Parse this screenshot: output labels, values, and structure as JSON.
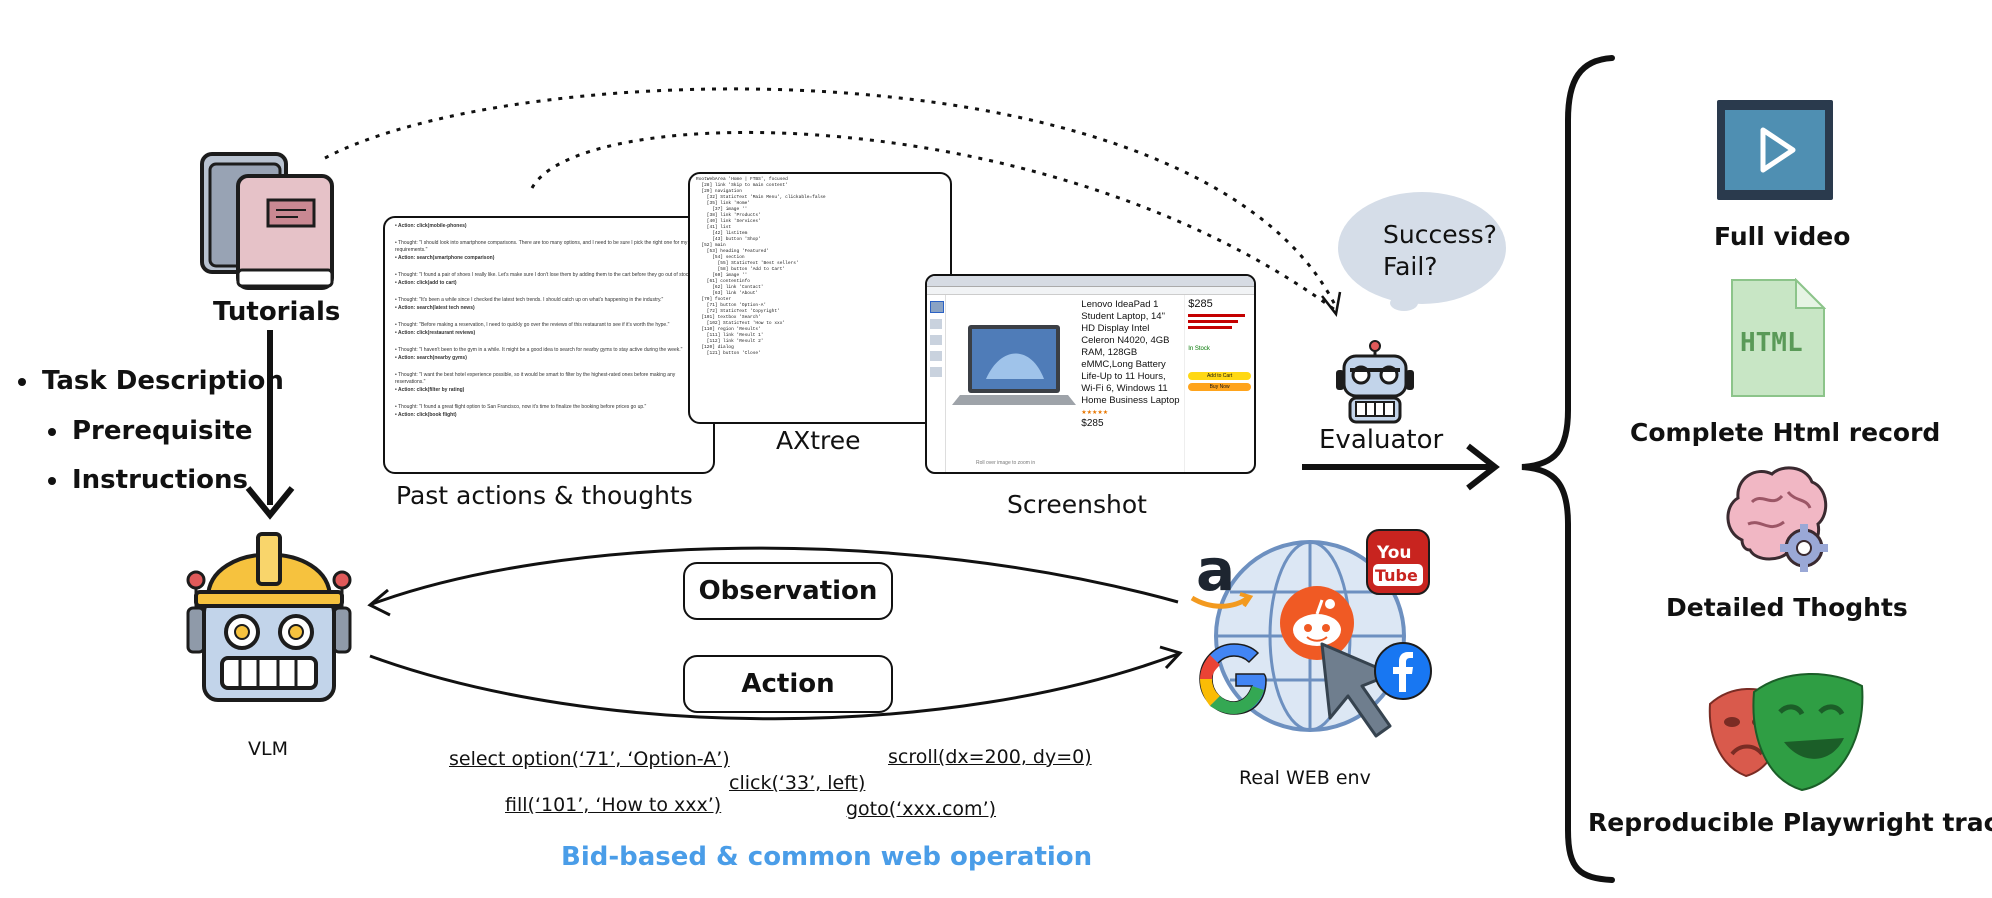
{
  "tutorials": {
    "label": "Tutorials"
  },
  "task_inputs": [
    "Task Description",
    "Prerequisite",
    "Instructions"
  ],
  "past_actions": {
    "label": "Past actions & thoughts",
    "lines": [
      "Action: click(mobile-phones)",
      "Thought: \"I should look into smartphone comparisons. There are too many options, and I need to be sure I pick the right one for my requirements.\"",
      "Action: search(smartphone comparison)",
      "Thought: \"I found a pair of shoes I really like. Let's make sure I don't lose them by adding them to the cart before they go out of stock.\"",
      "Action: click(add to cart)",
      "Thought: \"It's been a while since I checked the latest tech trends. I should catch up on what's happening in the industry.\"",
      "Action: search(latest tech news)",
      "Thought: \"Before making a reservation, I need to quickly go over the reviews of this restaurant to see if it's worth the hype.\"",
      "Action: click(restaurant reviews)",
      "Thought: \"I haven't been to the gym in a while. It might be a good idea to search for nearby gyms to stay active during the week.\"",
      "Action: search(nearby gyms)",
      "Thought: \"I want the best hotel experience possible, so it would be smart to filter by the highest-rated ones before making any reservations.\"",
      "Action: click(filter by rating)",
      "Thought: \"I found a great flight option to San Francisco, now it's time to finalize the booking before prices go up.\"",
      "Action: click(book flight)"
    ]
  },
  "axtree": {
    "label": "AXtree",
    "lines": [
      "RootWebArea 'Home | FTBS', focused",
      "  [28] link 'Skip to main content'",
      "  [29] navigation",
      "    [32] StaticText 'Main Menu', clickable=false",
      "    [35] link 'Home'",
      "      [37] image ''",
      "    [38] link 'Products'",
      "    [40] link 'Services'",
      "    [41] list",
      "      [42] listitem",
      "      [43] button 'Shop'",
      "  [52] main",
      "    [53] heading 'Featured'",
      "      [54] section",
      "        [55] StaticText 'Best sellers'",
      "        [58] button 'Add to Cart'",
      "      [60] image ''",
      "    [61] contentinfo",
      "      [62] link 'Contact'",
      "      [63] link 'About'",
      "  [70] footer",
      "    [71] button 'Option-A'",
      "    [72] StaticText 'Copyright'",
      "  [101] textbox 'Search'",
      "    [102] StaticText 'How to xxx'",
      "  [110] region 'Results'",
      "    [111] link 'Result 1'",
      "    [112] link 'Result 2'",
      "  [120] dialog",
      "    [121] button 'Close'"
    ]
  },
  "screenshot": {
    "label": "Screenshot",
    "product_title": "Lenovo IdeaPad 1 Student Laptop, 14\" HD Display Intel Celeron N4020, 4GB RAM, 128GB eMMC,Long Battery Life-Up to 11 Hours, Wi-Fi 6, Windows 11 Home Business Laptop",
    "price": "$285",
    "price_small": "$285",
    "stock": "In Stock",
    "add_to_cart": "Add to Cart",
    "buy_now": "Buy Now",
    "roll_over": "Roll over image to zoom in",
    "colors": {
      "add_to_cart": "#ffd814",
      "buy_now": "#ffa41c",
      "accent": "#c40000"
    }
  },
  "evaluator": {
    "label": "Evaluator",
    "bubble_lines": [
      "Success?",
      "Fail?"
    ]
  },
  "vlm": {
    "label": "VLM"
  },
  "flow": {
    "observation": "Observation",
    "action": "Action"
  },
  "web_env": {
    "label": "Real WEB env"
  },
  "operations": {
    "select_option": "select option(‘71’, ‘Option-A’)",
    "click": "click(‘33’, left)",
    "scroll": "scroll(dx=200, dy=0)",
    "fill": "fill(‘101’, ‘How to xxx’)",
    "goto": "goto(‘xxx.com’)",
    "caption": "Bid-based & common web operation",
    "caption_color": "#4a9de8"
  },
  "outputs": [
    {
      "label": "Full video",
      "icon": "video-icon"
    },
    {
      "label": "Complete Html record",
      "icon": "html-file-icon",
      "icon_text": "HTML"
    },
    {
      "label": "Detailed Thoghts",
      "icon": "brain-gear-icon"
    },
    {
      "label": "Reproducible Playwright trace",
      "icon": "playwright-masks-icon"
    }
  ]
}
